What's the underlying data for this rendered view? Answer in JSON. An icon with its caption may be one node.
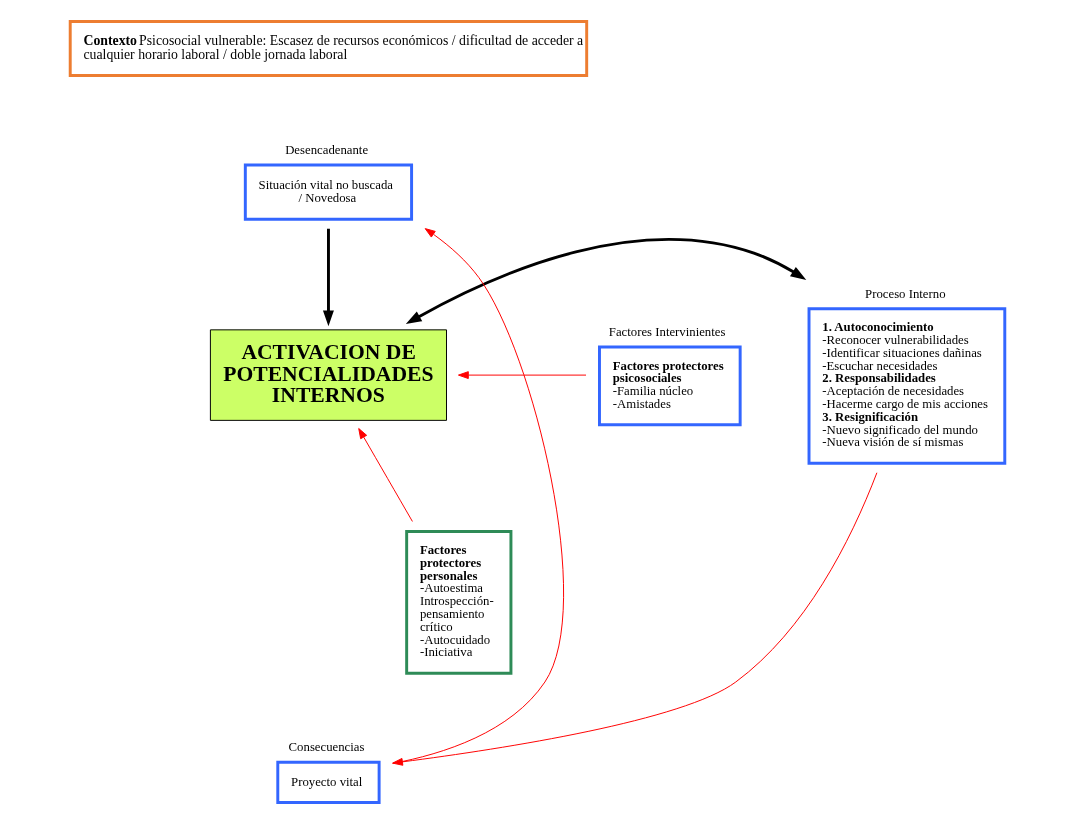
{
  "diagram": {
    "nodes": [
      {
        "text": [
          "Contexto",
          "Psicosocial vulnerable: Escasez de recursos económicos / dificultad de acceder a cualquier horario laboral / doble jornada laboral"
        ]
      },
      {
        "text": [
          "Situación vital no buscada / Novedosa"
        ],
        "beside": [
          "Desencadenante"
        ]
      },
      {
        "text": [
          "Factores protectores psicosociales",
          "-Familia núcleo",
          "-Amistades"
        ],
        "beside": [
          "Factores Intervinientes"
        ]
      },
      {
        "text": [
          "Factores protectores personales",
          "-Autoestima",
          "Introspección- pensamiento crítico",
          "-Autocuidado",
          "-Iniciativa"
        ]
      },
      {
        "text": [
          "ACTIVACION DE POTENCIALIDADES INTERNOS"
        ]
      },
      {
        "text": [
          "1. Autoconocimiento",
          "-Reconocer vulnerabilidades",
          "-Identificar situaciones dañinas",
          "-Escuchar necesidades",
          "2. Responsabilidades",
          "-Aceptación de necesidades",
          "-Hacerme cargo de mis acciones",
          "3. Resignificación",
          "-Nuevo significado del mundo",
          "-Nueva visión de sí mismas"
        ],
        "beside": [
          "Proceso Interno"
        ]
      },
      {
        "text": [
          "Proyecto vital"
        ],
        "beside": [
          "Consecuencias"
        ]
      }
    ],
    "edges": [
      {
        "from": 1,
        "to": 4,
        "arrow": "to",
        "style": "thick",
        "color": "#000000"
      },
      {
        "from": 2,
        "to": 4,
        "arrow": "to"
      },
      {
        "from": 3,
        "to": 4,
        "arrow": "to"
      },
      {
        "from": 4,
        "to": 5,
        "arrow": "both",
        "style": "thick",
        "color": "#000000"
      },
      {
        "from": 5,
        "to": 6,
        "arrow": "to"
      },
      {
        "from": 6,
        "to": 1,
        "arrow": "to"
      }
    ]
  }
}
